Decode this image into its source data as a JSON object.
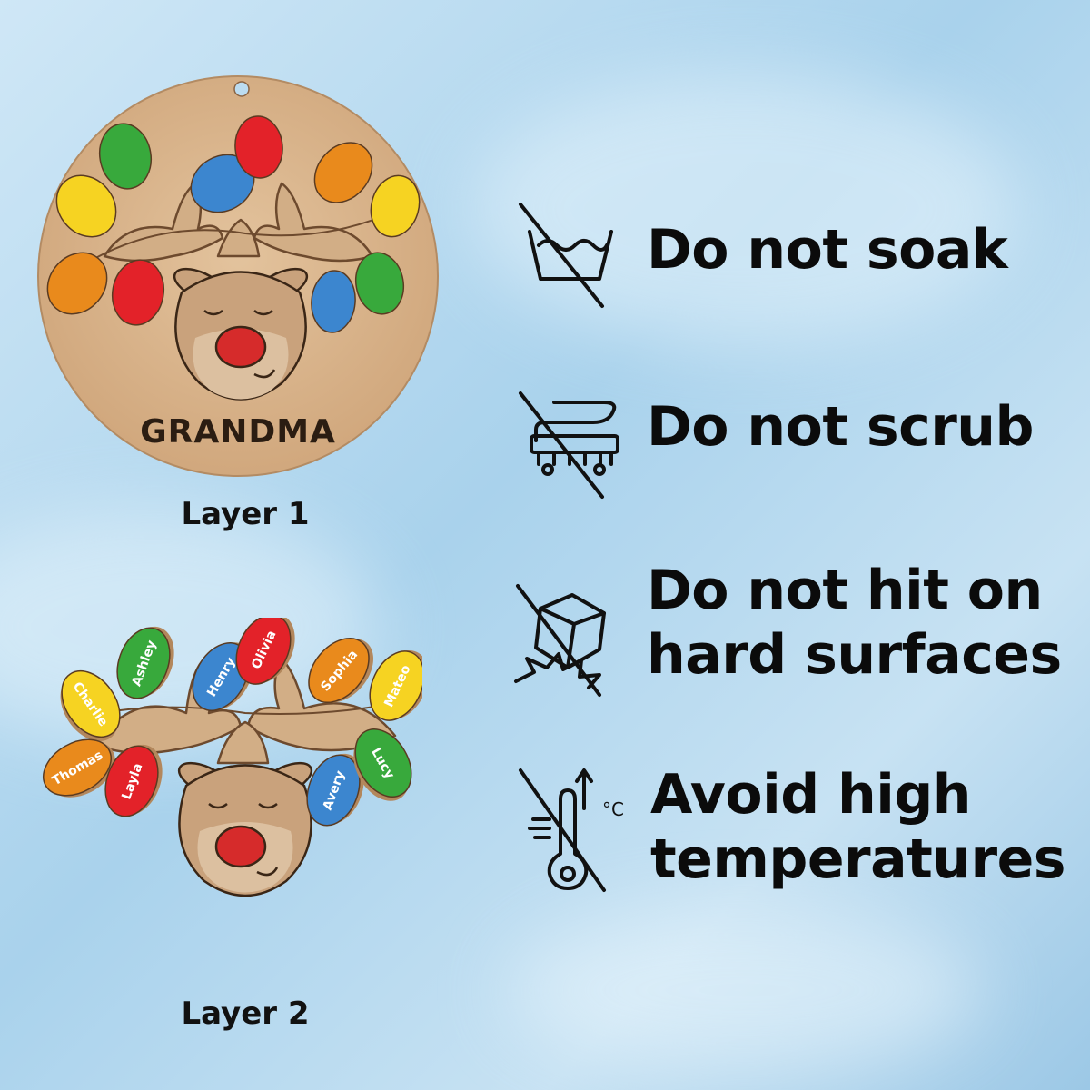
{
  "colors": {
    "wood": "#d8b48c",
    "wood_dark": "#8a6444",
    "reindeer": "#c9a27c",
    "nose": "#d62b2b",
    "bulb_red": "#e32229",
    "bulb_green": "#38a93c",
    "bulb_blue": "#3c86cf",
    "bulb_yellow": "#f6d322",
    "bulb_orange": "#e98a1c",
    "text": "#0b0b0b"
  },
  "layer1": {
    "label": "Layer  1",
    "ornament_text": "GRANDMA"
  },
  "layer2": {
    "label": "Layer  2",
    "bulbs": [
      {
        "name": "Charlie",
        "color": "#f6d322"
      },
      {
        "name": "Ashley",
        "color": "#38a93c"
      },
      {
        "name": "Henry",
        "color": "#3c86cf"
      },
      {
        "name": "Olivia",
        "color": "#e32229"
      },
      {
        "name": "Sophia",
        "color": "#e98a1c"
      },
      {
        "name": "Mateo",
        "color": "#f6d322"
      },
      {
        "name": "Thomas",
        "color": "#e98a1c"
      },
      {
        "name": "Layla",
        "color": "#e32229"
      },
      {
        "name": "Avery",
        "color": "#3c86cf"
      },
      {
        "name": "Lucy",
        "color": "#38a93c"
      }
    ]
  },
  "care": {
    "no_soak": {
      "line1": "Do not soak",
      "icon": "no-soak-icon"
    },
    "no_scrub": {
      "line1": "Do not scrub",
      "icon": "no-scrub-icon"
    },
    "no_hit": {
      "line1": "Do not hit on",
      "line2": "hard surfaces",
      "icon": "no-hit-icon"
    },
    "no_heat": {
      "line1": "Avoid high",
      "line2": "temperatures",
      "icon": "no-heat-icon",
      "unit": "°C"
    }
  }
}
